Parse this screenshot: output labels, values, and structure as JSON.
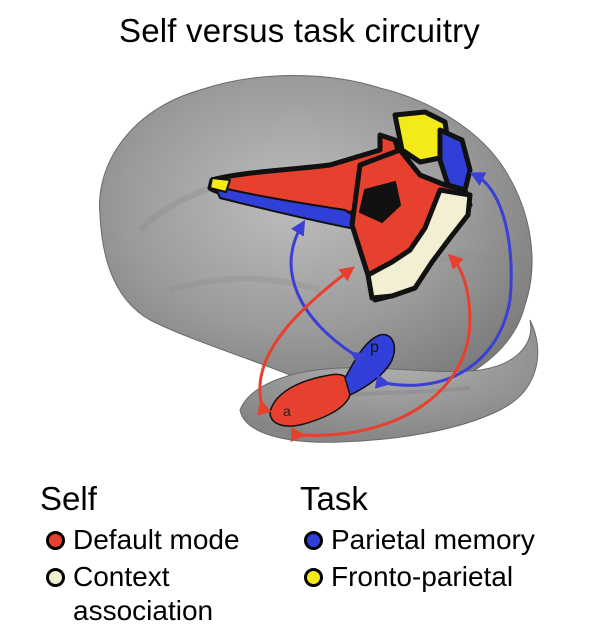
{
  "title": "Self versus task circuitry",
  "labels": {
    "anterior": "a",
    "posterior": "p"
  },
  "legend": {
    "self": {
      "heading": "Self",
      "items": [
        {
          "label": "Default mode",
          "color": "#e8402f"
        },
        {
          "label": "Context association",
          "color": "#f3efd2"
        }
      ]
    },
    "task": {
      "heading": "Task",
      "items": [
        {
          "label": "Parietal memory",
          "color": "#2f3fd8"
        },
        {
          "label": "Fronto-parietal",
          "color": "#f4ea1a"
        }
      ]
    }
  },
  "colors": {
    "brain": "#9a9a9a",
    "brain_dark": "#6e6e6e",
    "default_mode": "#e8402f",
    "context": "#f3efd2",
    "parietal_memory": "#2f3fd8",
    "fronto_parietal": "#f4ea1a",
    "arrow_red": "#e8402f",
    "arrow_blue": "#3a3fd6"
  }
}
